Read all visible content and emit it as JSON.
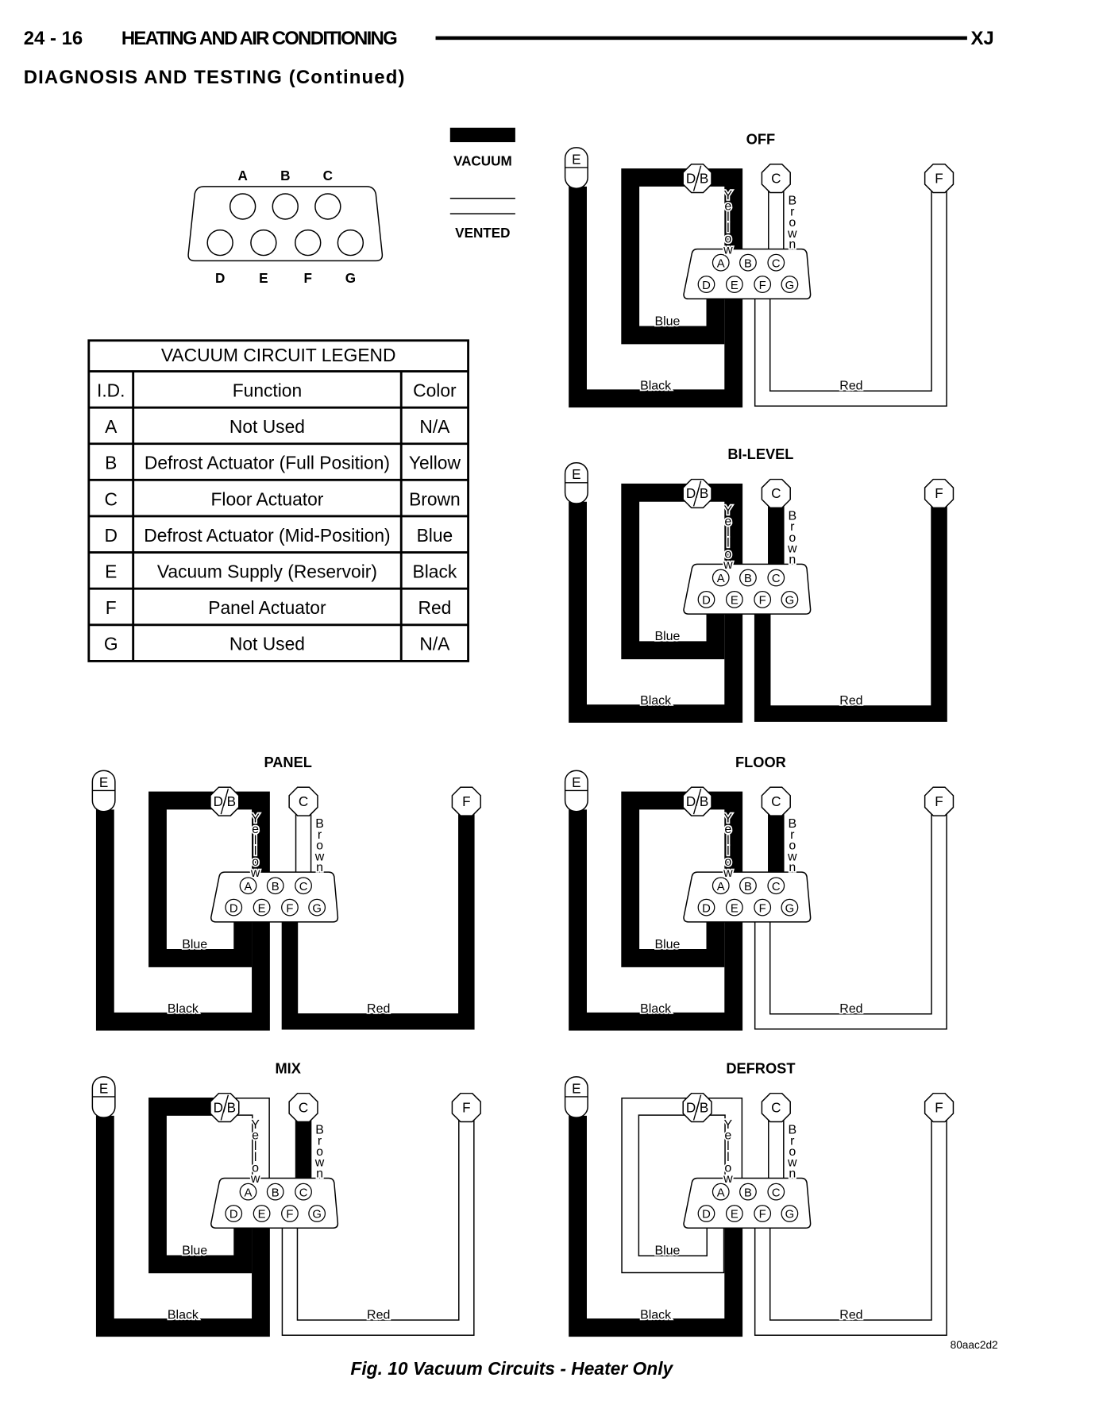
{
  "header": {
    "page_number": "24 - 16",
    "section_title": "HEATING AND AIR CONDITIONING",
    "model": "XJ",
    "subtitle": "DIAGNOSIS AND TESTING (Continued)"
  },
  "connector_pins": {
    "top": [
      "A",
      "B",
      "C"
    ],
    "bottom": [
      "D",
      "E",
      "F",
      "G"
    ]
  },
  "line_legend": {
    "vacuum_label": "VACUUM",
    "vented_label": "VENTED"
  },
  "legend_table": {
    "title": "VACUUM CIRCUIT LEGEND",
    "columns": [
      "I.D.",
      "Function",
      "Color"
    ],
    "rows": [
      [
        "A",
        "Not Used",
        "N/A"
      ],
      [
        "B",
        "Defrost Actuator (Full Position)",
        "Yellow"
      ],
      [
        "C",
        "Floor Actuator",
        "Brown"
      ],
      [
        "D",
        "Defrost Actuator (Mid-Position)",
        "Blue"
      ],
      [
        "E",
        "Vacuum Supply (Reservoir)",
        "Black"
      ],
      [
        "F",
        "Panel Actuator",
        "Red"
      ],
      [
        "G",
        "Not Used",
        "N/A"
      ]
    ]
  },
  "hose_labels": {
    "blue": "Blue",
    "black": "Black",
    "red": "Red",
    "yellow": "Yellow",
    "brown": "Brown",
    "db": "D/B",
    "c": "C",
    "f": "F",
    "e": "E"
  },
  "diagrams": [
    {
      "title": "OFF",
      "hoses": {
        "black": "vacuum",
        "blue": "vacuum",
        "yellow": "vacuum",
        "brown": "vented",
        "red": "vented"
      }
    },
    {
      "title": "BI-LEVEL",
      "hoses": {
        "black": "vacuum",
        "blue": "vacuum",
        "yellow": "vacuum",
        "brown": "vacuum",
        "red": "vacuum"
      }
    },
    {
      "title": "PANEL",
      "hoses": {
        "black": "vacuum",
        "blue": "vacuum",
        "yellow": "vacuum",
        "brown": "vented",
        "red": "vacuum"
      }
    },
    {
      "title": "FLOOR",
      "hoses": {
        "black": "vacuum",
        "blue": "vacuum",
        "yellow": "vacuum",
        "brown": "vacuum",
        "red": "vented"
      }
    },
    {
      "title": "MIX",
      "hoses": {
        "black": "vacuum",
        "blue": "vacuum",
        "yellow": "vented",
        "brown": "vacuum",
        "red": "vented"
      }
    },
    {
      "title": "DEFROST",
      "hoses": {
        "black": "vacuum",
        "blue": "vented",
        "yellow": "vented",
        "brown": "vented",
        "red": "vented"
      }
    }
  ],
  "figure_id": "80aac2d2",
  "caption": "Fig. 10 Vacuum Circuits - Heater Only"
}
